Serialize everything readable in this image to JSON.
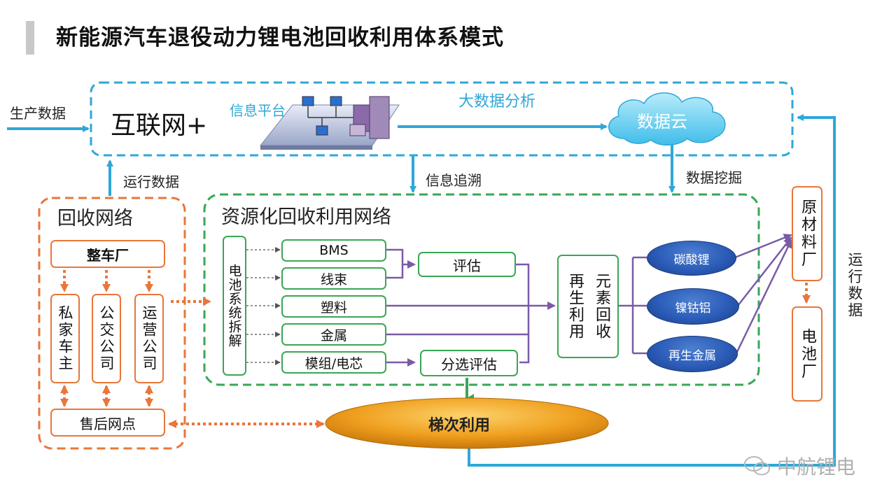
{
  "title": "新能源汽车退役动力锂电池回收利用体系模式",
  "top": {
    "production_data": "生产数据",
    "internet_plus": "互联网+",
    "info_platform": "信息平台",
    "big_data": "大数据分析",
    "data_cloud": "数据云",
    "info_trace": "信息追溯",
    "data_mining": "数据挖掘",
    "operation_data_left": "运行数据",
    "operation_data_right": "运行数据"
  },
  "recycle_network": {
    "title": "回收网络",
    "factory": "整车厂",
    "private_owner": "私家车主",
    "bus_company": "公交公司",
    "operator_company": "运营公司",
    "after_sales": "售后网点"
  },
  "resource_network": {
    "title": "资源化回收利用网络",
    "disassembly": "电池系统拆解",
    "parts": [
      "BMS",
      "线束",
      "塑料",
      "金属",
      "模组/电芯"
    ],
    "evaluate": "评估",
    "sort_evaluate": "分选评估",
    "regen_elements": "元素回收",
    "regen_use": "再生利用",
    "products": [
      "碳酸锂",
      "镍钴铝",
      "再生金属"
    ]
  },
  "cascade_use": "梯次利用",
  "right": {
    "raw_material_factory": "原材料厂",
    "battery_factory": "电池厂"
  },
  "watermark": "中航锂电",
  "colors": {
    "blue": "#2ea7d8",
    "green": "#3aa655",
    "orange": "#e9763a",
    "purple": "#7a5aa6"
  }
}
